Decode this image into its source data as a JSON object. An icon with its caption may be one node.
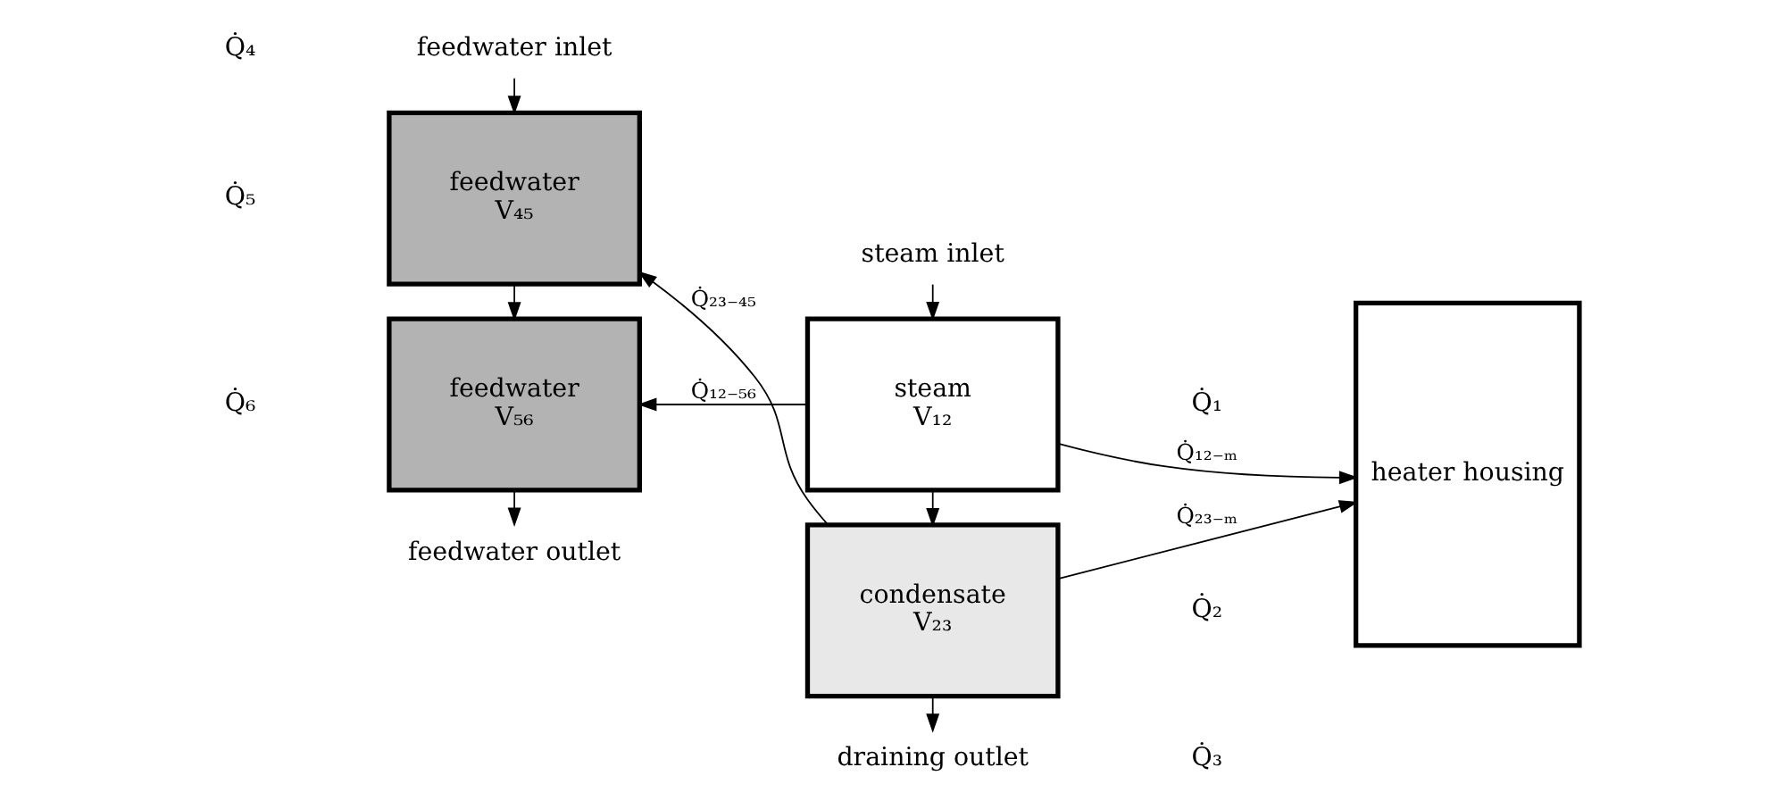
{
  "diagram": {
    "nodes": [
      {
        "text": [
          "feedwater outlet"
        ]
      },
      {
        "text": [
          "steam inlet"
        ]
      },
      {
        "text": [
          "feedwater",
          "V₅₆"
        ]
      },
      {
        "text": [
          "steam",
          "V₁₂"
        ]
      },
      {
        "text": [
          "heater housing"
        ]
      },
      {
        "text": [
          "feedwater",
          "V₄₅"
        ]
      },
      {
        "text": [
          "condensate",
          "V₂₃"
        ]
      },
      {
        "text": [
          "feedwater inlet"
        ]
      },
      {
        "text": [
          "draining outlet"
        ]
      }
    ],
    "edges": [
      {
        "from": 1,
        "to": 3,
        "arrow": "to"
      },
      {
        "from": 3,
        "to": 6,
        "arrow": "to"
      },
      {
        "from": 6,
        "to": 8,
        "arrow": "to"
      },
      {
        "from": 7,
        "to": 5,
        "arrow": "to"
      },
      {
        "from": 5,
        "to": 2,
        "arrow": "to"
      },
      {
        "from": 2,
        "to": 0,
        "arrow": "to"
      },
      {
        "from": 3,
        "to": 2,
        "arrow": "to",
        "label": "Q̇₁₂₋₅₆"
      },
      {
        "from": 6,
        "to": 5,
        "arrow": "to",
        "label": "Q̇₂₃₋₄₅"
      },
      {
        "from": 3,
        "to": 4,
        "arrow": "to",
        "label": "Q̇₁₂₋ₘ"
      },
      {
        "from": 6,
        "to": 4,
        "arrow": "to",
        "label": "Q̇₂₃₋ₘ"
      }
    ],
    "labels": [
      "Q̇₆",
      "Q̇₁",
      "Q̇₅",
      "Q̇₂",
      "Q̇₄",
      "Q̇₃"
    ]
  }
}
